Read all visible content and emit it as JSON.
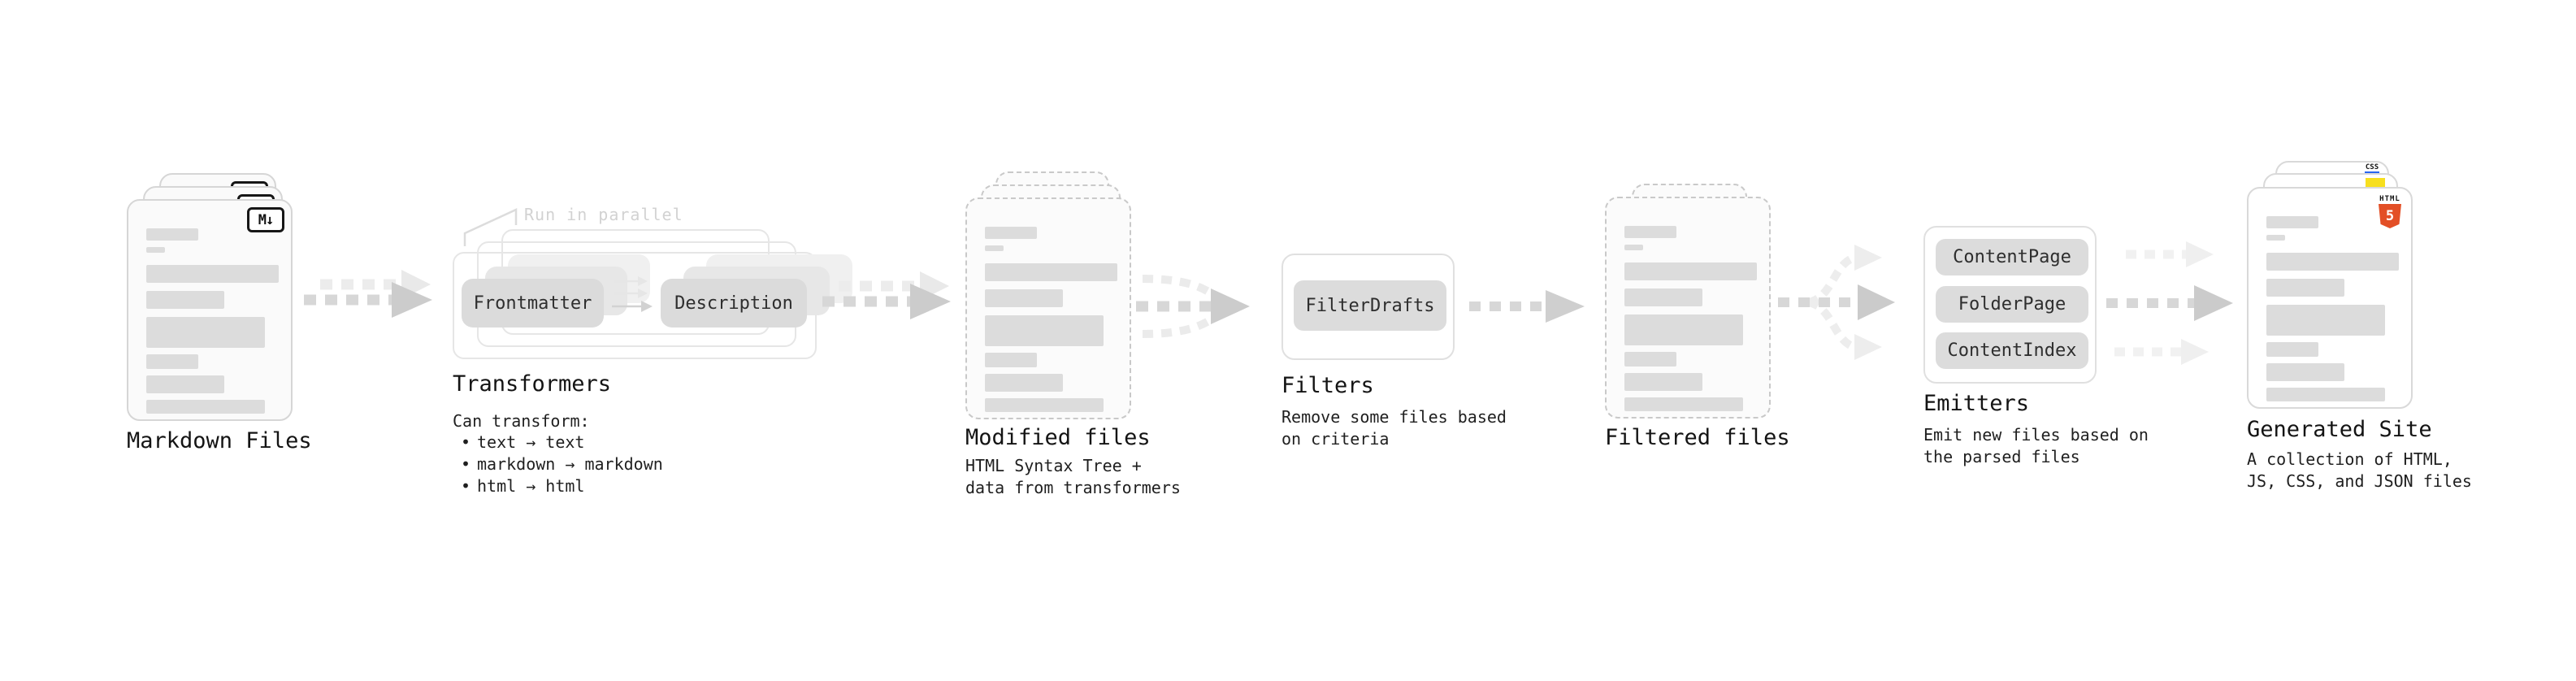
{
  "stages": {
    "markdown_files": {
      "label": "Markdown Files",
      "badge": "M↓"
    },
    "transformers": {
      "annotation": "Run in parallel",
      "pill_left": "Frontmatter",
      "pill_right": "Description",
      "label": "Transformers",
      "subtitle": "Can transform:",
      "bullets": [
        "text → text",
        "markdown → markdown",
        "html → html"
      ]
    },
    "modified_files": {
      "label": "Modified files",
      "subtitle": "HTML Syntax Tree +\ndata from transformers"
    },
    "filters": {
      "pill": "FilterDrafts",
      "label": "Filters",
      "subtitle": "Remove some files based\non criteria"
    },
    "filtered_files": {
      "label": "Filtered files"
    },
    "emitters": {
      "pills": [
        "ContentPage",
        "FolderPage",
        "ContentIndex"
      ],
      "label": "Emitters",
      "subtitle": "Emit new files based on\nthe parsed files"
    },
    "generated_site": {
      "label": "Generated Site",
      "subtitle": "A collection of HTML,\nJS, CSS, and JSON files",
      "css_badge": "CSS",
      "html_badge_text": "HTML",
      "html_badge_number": "5"
    }
  },
  "colors": {
    "html5_orange": "#e34f26",
    "js_yellow": "#f7df1e",
    "css_blue": "#2965f1",
    "bar_gray": "#dcdcdc",
    "arrow_dark": "#d7d7d7",
    "arrow_light": "#ececec"
  }
}
